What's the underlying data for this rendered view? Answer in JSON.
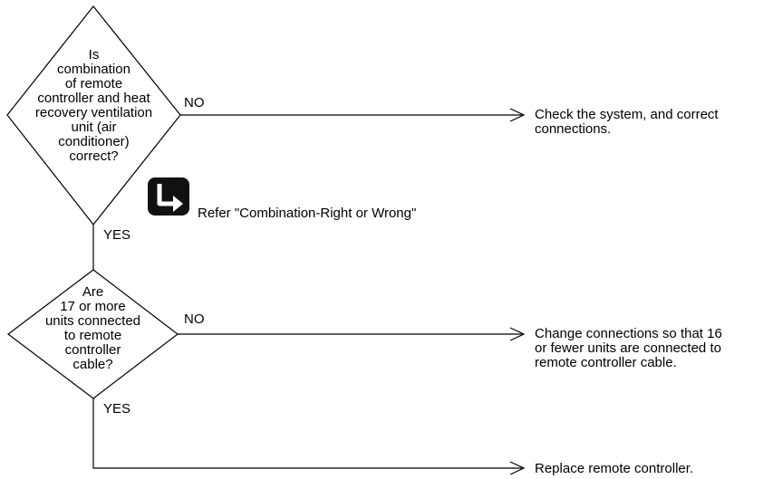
{
  "diagram": {
    "decision1": {
      "question": "Is\ncombination\nof remote\ncontroller and heat\nrecovery ventilation\nunit (air\nconditioner)\ncorrect?",
      "no_label": "NO",
      "no_action": "Check the system, and correct\nconnections.",
      "yes_label": "YES"
    },
    "reference": {
      "icon": "reference-arrow-icon",
      "text": "Refer \"Combination-Right or Wrong\""
    },
    "decision2": {
      "question": "Are\n17 or more\nunits connected\nto remote\ncontroller\ncable?",
      "no_label": "NO",
      "no_action": "Change connections so that 16\nor fewer units are connected to\nremote controller cable.",
      "yes_label": "YES"
    },
    "final_action": "Replace remote controller."
  }
}
